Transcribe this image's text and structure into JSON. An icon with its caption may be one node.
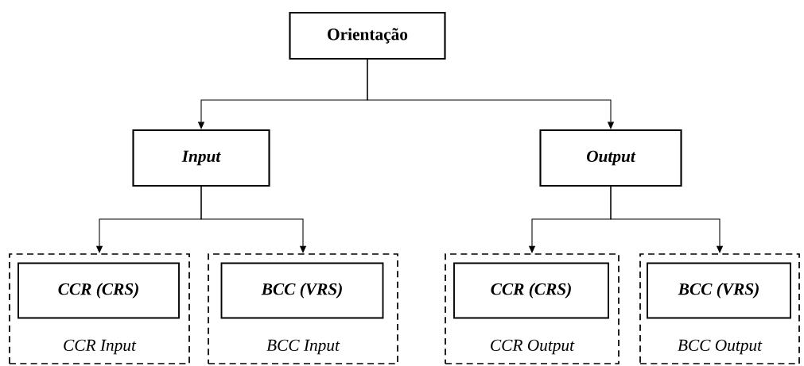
{
  "diagram": {
    "nodes": [
      {
        "text": [
          "Orientação"
        ]
      },
      {
        "text": [
          "Input"
        ]
      },
      {
        "text": [
          "Output"
        ]
      },
      {
        "text": [
          "CCR Input"
        ]
      },
      {
        "text": [
          "CCR (CRS)"
        ],
        "in": 3
      },
      {
        "text": [
          "BCC Input"
        ]
      },
      {
        "text": [
          "BCC (VRS)"
        ],
        "in": 5
      },
      {
        "text": [
          "CCR Output"
        ]
      },
      {
        "text": [
          "CCR (CRS)"
        ],
        "in": 7
      },
      {
        "text": [
          "BCC Output"
        ]
      },
      {
        "text": [
          "BCC (VRS)"
        ],
        "in": 9
      }
    ],
    "edges": [
      {
        "from": 0,
        "to": 1,
        "arrow": "to"
      },
      {
        "from": 0,
        "to": 2,
        "arrow": "to"
      },
      {
        "from": 1,
        "to": 3,
        "arrow": "to"
      },
      {
        "from": 1,
        "to": 5,
        "arrow": "to"
      },
      {
        "from": 2,
        "to": 7,
        "arrow": "to"
      },
      {
        "from": 2,
        "to": 9,
        "arrow": "to"
      }
    ]
  }
}
